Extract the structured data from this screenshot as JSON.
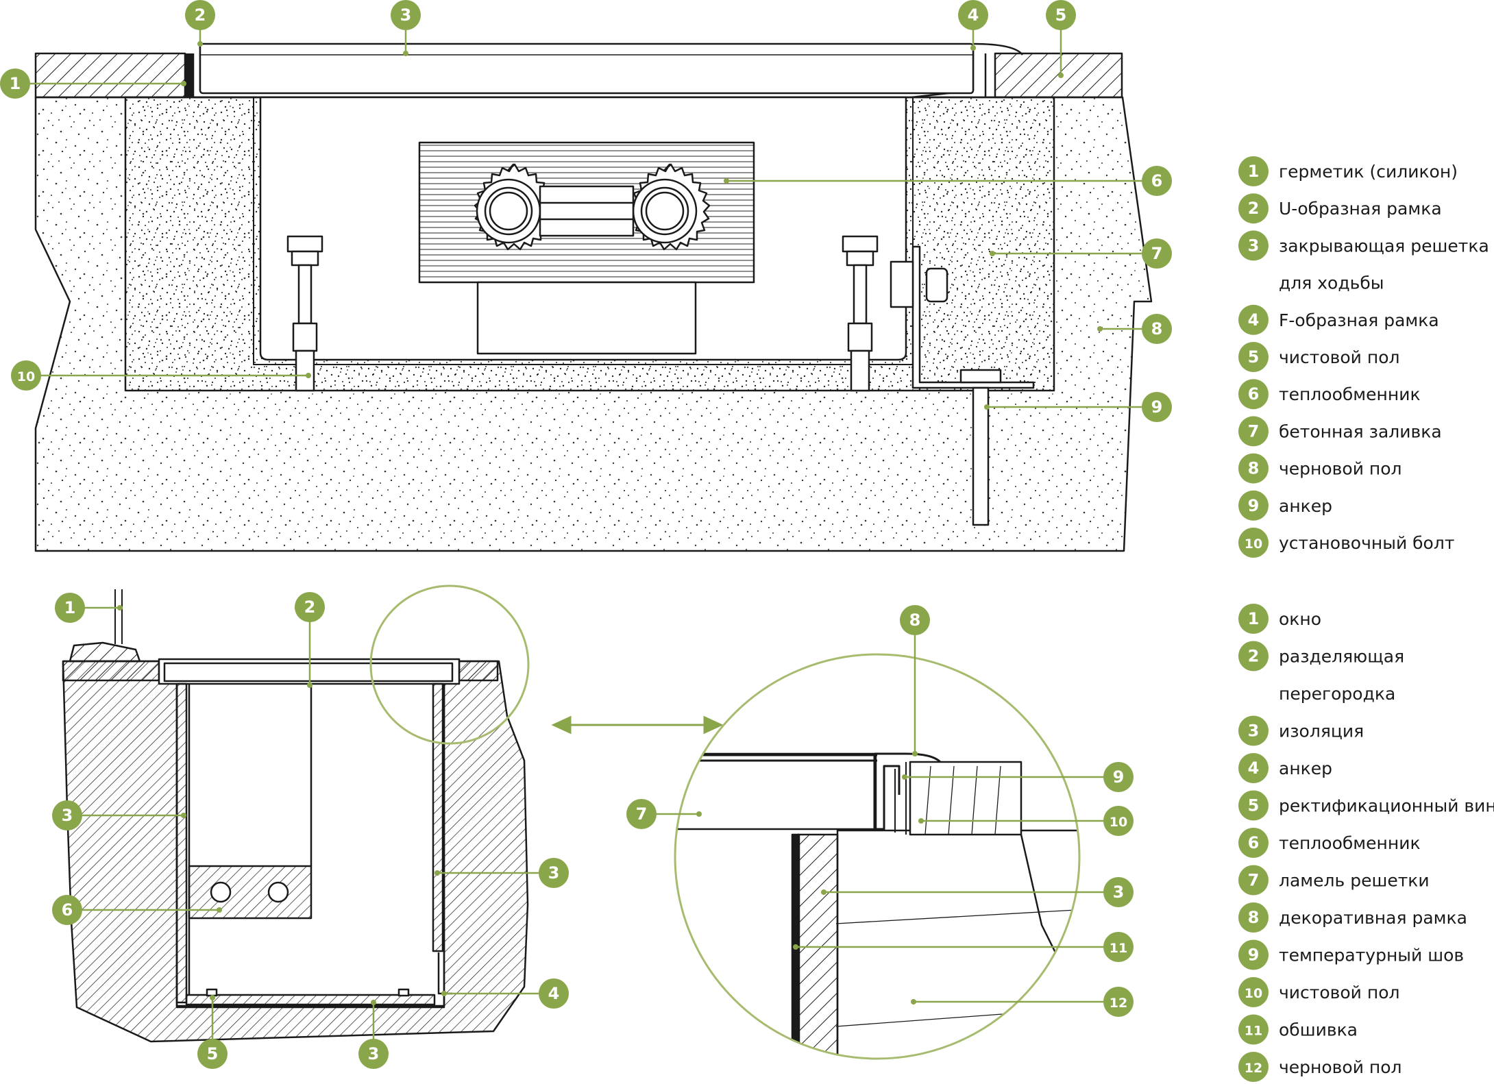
{
  "colors": {
    "accent": "#8aa64a",
    "line": "#1a1a1a",
    "halo": "#a7bb6e"
  },
  "legend_top": {
    "items": [
      {
        "num": "1",
        "lines": [
          "герметик (силикон)"
        ]
      },
      {
        "num": "2",
        "lines": [
          "U-образная рамка"
        ]
      },
      {
        "num": "3",
        "lines": [
          "закрывающая решетка",
          "для ходьбы"
        ]
      },
      {
        "num": "4",
        "lines": [
          "F-образная рамка"
        ]
      },
      {
        "num": "5",
        "lines": [
          "чистовой пол"
        ]
      },
      {
        "num": "6",
        "lines": [
          "теплообменник"
        ]
      },
      {
        "num": "7",
        "lines": [
          "бетонная заливка"
        ]
      },
      {
        "num": "8",
        "lines": [
          "черновой пол"
        ]
      },
      {
        "num": "9",
        "lines": [
          "анкер"
        ]
      },
      {
        "num": "10",
        "lines": [
          "установочный болт"
        ]
      }
    ]
  },
  "legend_bottom": {
    "items": [
      {
        "num": "1",
        "lines": [
          "окно"
        ]
      },
      {
        "num": "2",
        "lines": [
          "разделяющая",
          "перегородка"
        ]
      },
      {
        "num": "3",
        "lines": [
          "изоляция"
        ]
      },
      {
        "num": "4",
        "lines": [
          "анкер"
        ]
      },
      {
        "num": "5",
        "lines": [
          "ректификационный винт"
        ]
      },
      {
        "num": "6",
        "lines": [
          "теплообменник"
        ]
      },
      {
        "num": "7",
        "lines": [
          "ламель решетки"
        ]
      },
      {
        "num": "8",
        "lines": [
          "декоративная рамка"
        ]
      },
      {
        "num": "9",
        "lines": [
          "температурный шов"
        ]
      },
      {
        "num": "10",
        "lines": [
          "чистовой пол"
        ]
      },
      {
        "num": "11",
        "lines": [
          "обшивка"
        ]
      },
      {
        "num": "12",
        "lines": [
          "черновой пол"
        ]
      }
    ]
  },
  "callouts_top": [
    "1",
    "2",
    "3",
    "4",
    "5",
    "6",
    "7",
    "8",
    "9",
    "10"
  ],
  "callouts_bottom_left": [
    "1",
    "2",
    "3",
    "3",
    "6",
    "4",
    "5",
    "3"
  ],
  "callouts_detail": [
    "8",
    "9",
    "10",
    "7",
    "3",
    "11",
    "12"
  ]
}
